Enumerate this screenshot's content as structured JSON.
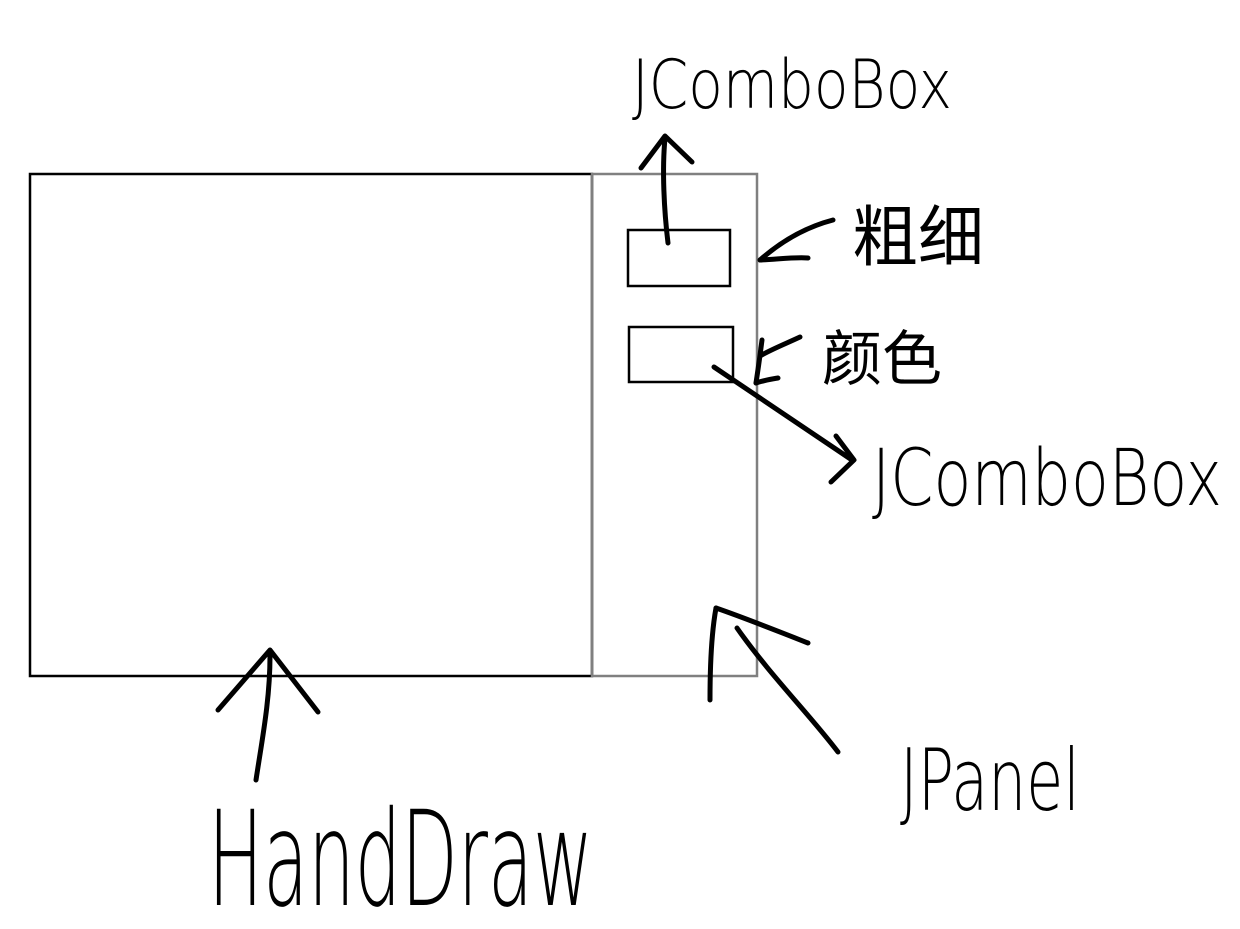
{
  "labels": {
    "combo_top": "JComboBox",
    "combo_right": "JComboBox",
    "panel": "JPanel",
    "canvas": "HandDraw",
    "top_box_note": "粗细",
    "bottom_box_note": "颜色"
  },
  "colors": {
    "ink": "#000000",
    "panel_border": "#808080",
    "background": "#ffffff"
  }
}
